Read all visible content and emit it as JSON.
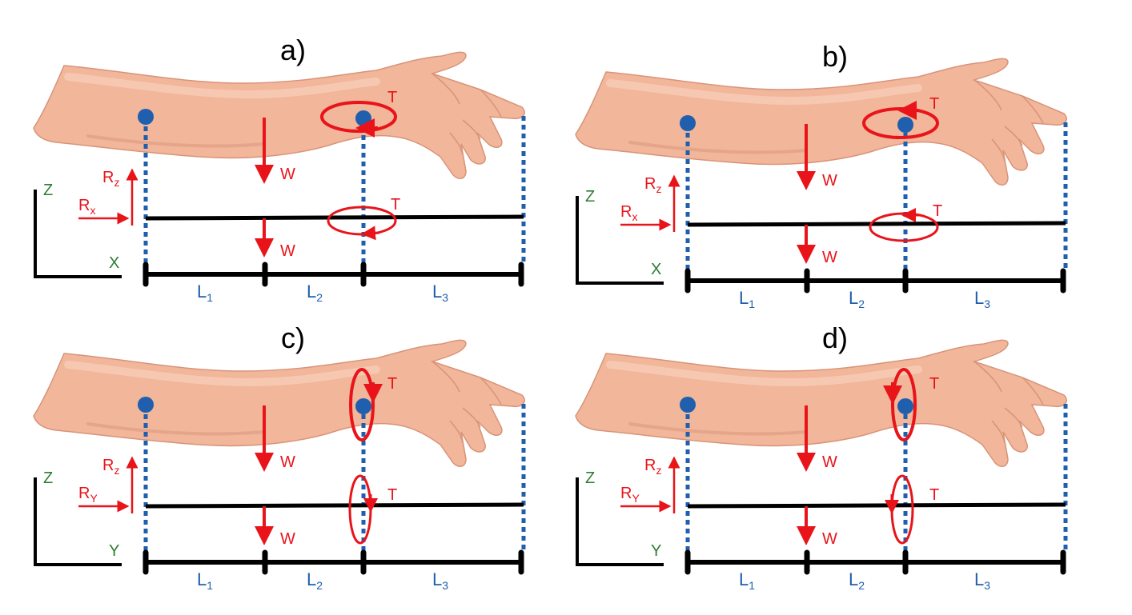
{
  "colors": {
    "skin": "#f2b69a",
    "skin_light": "#f8cdb7",
    "skin_shadow": "#d89479",
    "force": "#e8141a",
    "joint": "#1f5fad",
    "axis_green": "#2e7d32",
    "beam": "#000000"
  },
  "labels": {
    "weight": "W",
    "torque": "T",
    "reaction_z_main": "R",
    "reaction_z_sub": "z",
    "reaction_x_main": "R",
    "reaction_x_sub": "x",
    "reaction_y_main": "R",
    "reaction_y_sub": "Y",
    "axis_z": "Z",
    "axis_x": "X",
    "axis_y": "Y",
    "segment_main": "L",
    "segment_subs": [
      "1",
      "2",
      "3"
    ]
  },
  "panels": [
    {
      "title": "a)",
      "plane": "x",
      "torque": "horizontal-cw"
    },
    {
      "title": "b)",
      "plane": "x",
      "torque": "horizontal-ccw"
    },
    {
      "title": "c)",
      "plane": "y",
      "torque": "vertical-cw"
    },
    {
      "title": "d)",
      "plane": "y",
      "torque": "vertical-ccw"
    }
  ]
}
